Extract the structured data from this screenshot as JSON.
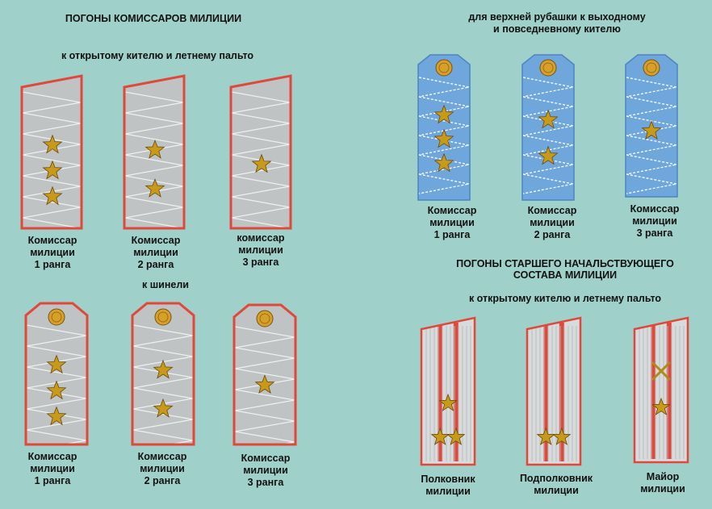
{
  "left": {
    "title": "ПОГОНЫ КОМИССАРОВ МИЛИЦИИ",
    "subtitle_tunic": "к открытому кителю и летнему пальто",
    "subtitle_overcoat": "к шинели",
    "row1": [
      {
        "l1": "Комиссар",
        "l2": "милиции",
        "l3": "1 ранга",
        "stars": 3
      },
      {
        "l1": "Комиссар",
        "l2": "милиции",
        "l3": "2 ранга",
        "stars": 2
      },
      {
        "l1": "комиссар",
        "l2": "милиции",
        "l3": "3 ранга",
        "stars": 1
      }
    ],
    "row2": [
      {
        "l1": "Комиссар",
        "l2": "милиции",
        "l3": "1 ранга",
        "stars": 3
      },
      {
        "l1": "Комиссар",
        "l2": "милиции",
        "l3": "2 ранга",
        "stars": 2
      },
      {
        "l1": "Комиссар",
        "l2": "милиции",
        "l3": "3 ранга",
        "stars": 1
      }
    ]
  },
  "right": {
    "shirt_header_line1": "для верхней рубашки к выходному",
    "shirt_header_line2": "и повседневному кителю",
    "blue": [
      {
        "l1": "Комиссар",
        "l2": "милиции",
        "l3": "1 ранга",
        "stars": 3
      },
      {
        "l1": "Комиссар",
        "l2": "милиции",
        "l3": "2 ранга",
        "stars": 2
      },
      {
        "l1": "Комиссар",
        "l2": "милиции",
        "l3": "3 ранга",
        "stars": 1
      }
    ],
    "senior_title_line1": "ПОГОНЫ СТАРШЕГО НАЧАЛЬСТВУЮЩЕГО",
    "senior_title_line2": "СОСТАВА МИЛИЦИИ",
    "senior_subtitle": "к открытому кителю и летнему пальто",
    "senior": [
      {
        "l1": "Полковник",
        "l2": "милиции",
        "stars": 3
      },
      {
        "l1": "Подполковник",
        "l2": "милиции",
        "stars": 2
      },
      {
        "l1": "Майор",
        "l2": "милиции",
        "stars": 1,
        "emblem": true
      }
    ]
  },
  "colors": {
    "background": "#9fd0c9",
    "strap_grey": "#bfc3c3",
    "strap_blue": "#6fa6dc",
    "piping_red": "#e0483c",
    "star_gold": "#c89a1a"
  }
}
